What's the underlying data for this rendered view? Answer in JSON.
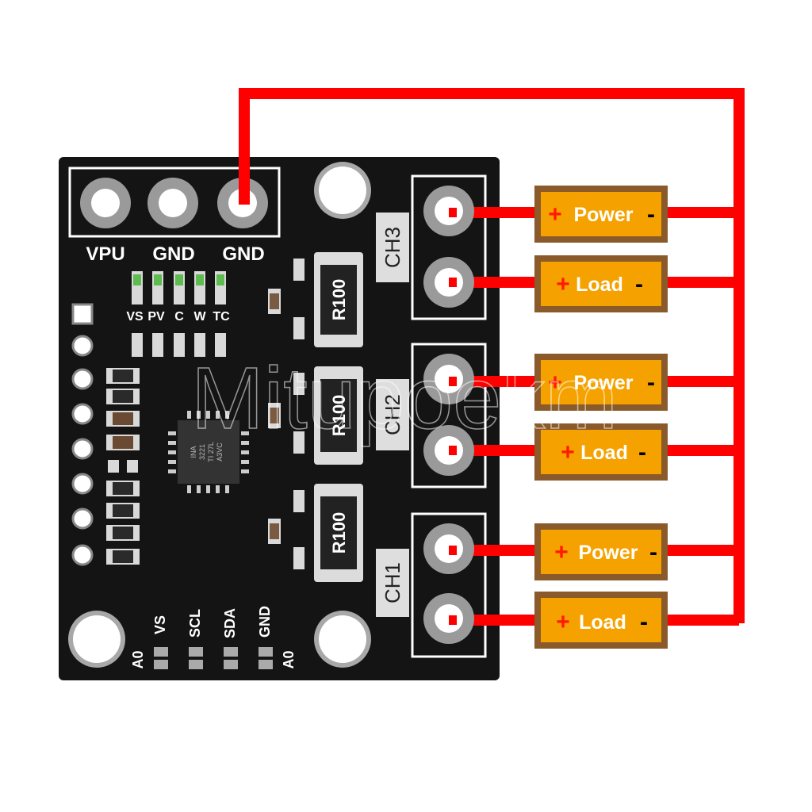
{
  "header_pins": [
    "VPU",
    "GND",
    "GND"
  ],
  "led_labels": [
    "VS",
    "PV",
    "C",
    "W",
    "TC"
  ],
  "resistor_label": "R100",
  "chip_marking": [
    "INA",
    "3221",
    "TI 27L",
    "A3VC"
  ],
  "channels": [
    "CH3",
    "CH2",
    "CH1"
  ],
  "bottom_pins": [
    "VS",
    "SCL",
    "SDA",
    "GND"
  ],
  "addr_left": "A0",
  "addr_right": "A0",
  "terminal_sign_plus": "+",
  "terminal_sign_minus": "-",
  "terminals": [
    "Power",
    "Load",
    "Power",
    "Load",
    "Power",
    "Load"
  ],
  "watermark": "Mitupoekm",
  "colors": {
    "board": "#141414",
    "wire": "#ff0000",
    "label_fill": "#f5a200",
    "label_border": "#8a5a2b",
    "label_text": "#ffffff",
    "label_plus": "#ff1a00",
    "label_minus": "#000000"
  }
}
